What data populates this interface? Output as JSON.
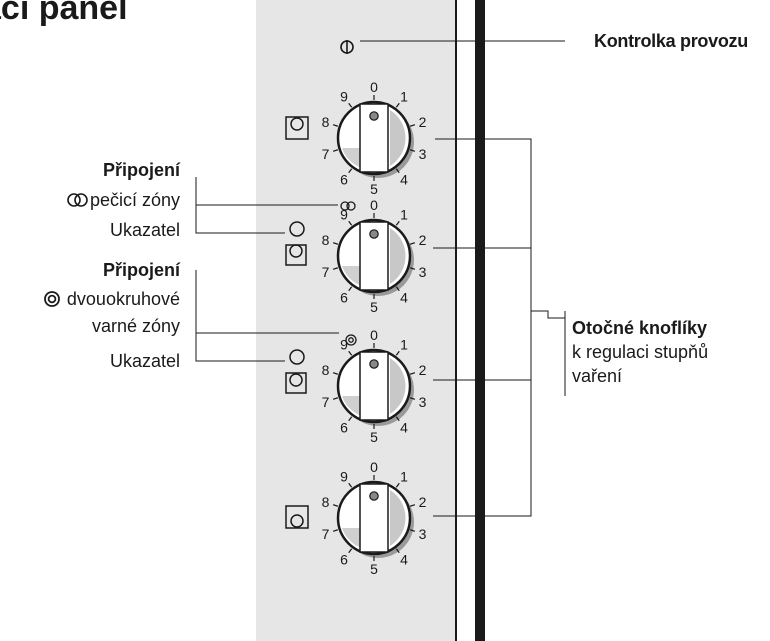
{
  "title": "ací panel",
  "labels": {
    "indicator_top": "Kontrolka provozu",
    "connect1_head": "Připojení",
    "connect1_sub": "pečicí zóny",
    "indicator_1": "Ukazatel",
    "connect2_head": "Připojení",
    "connect2_sub1": "dvouokruhové",
    "connect2_sub2": "varné zóny",
    "indicator_2": "Ukazatel",
    "knobs_head": "Otočné knoflíky",
    "knobs_sub1": "k regulaci stupňů",
    "knobs_sub2": "vaření"
  },
  "knob_scale": [
    "0",
    "1",
    "2",
    "3",
    "4",
    "5",
    "6",
    "7",
    "8",
    "9"
  ],
  "knobs": [
    {
      "name": "knob-1",
      "symbol": "zone-square-circle-icon"
    },
    {
      "name": "knob-2",
      "symbol": "zone-circle-stack-icon"
    },
    {
      "name": "knob-3",
      "symbol": "zone-circle-stack-icon"
    },
    {
      "name": "knob-4",
      "symbol": "zone-square-circle-icon"
    }
  ],
  "colors": {
    "panel": "#e6e6e6",
    "ink": "#1a1a1a",
    "knob_shadow": "#9a9a9a"
  }
}
